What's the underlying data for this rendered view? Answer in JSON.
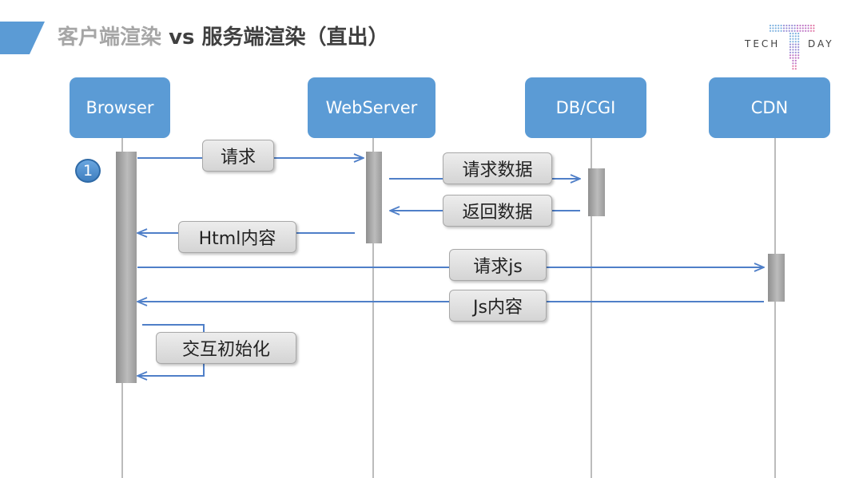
{
  "title": {
    "part1": "客户端渲染",
    "part2": " vs 服务端渲染（直出）"
  },
  "logo": {
    "left_text": "TECH",
    "right_text": "DAY"
  },
  "actors": [
    "Browser",
    "WebServer",
    "DB/CGI",
    "CDN"
  ],
  "step_marker": "1",
  "messages": [
    {
      "label": "请求",
      "from": "Browser",
      "to": "WebServer"
    },
    {
      "label": "请求数据",
      "from": "WebServer",
      "to": "DB/CGI"
    },
    {
      "label": "返回数据",
      "from": "DB/CGI",
      "to": "WebServer"
    },
    {
      "label": "Html内容",
      "from": "WebServer",
      "to": "Browser"
    },
    {
      "label": "请求js",
      "from": "Browser",
      "to": "CDN"
    },
    {
      "label": "Js内容",
      "from": "CDN",
      "to": "Browser"
    },
    {
      "label": "交互初始化",
      "from": "Browser",
      "to": "Browser"
    }
  ],
  "colors": {
    "actor_fill": "#5b9bd5",
    "arrow": "#4f7fc8",
    "lifeline": "#a6a6a6"
  }
}
